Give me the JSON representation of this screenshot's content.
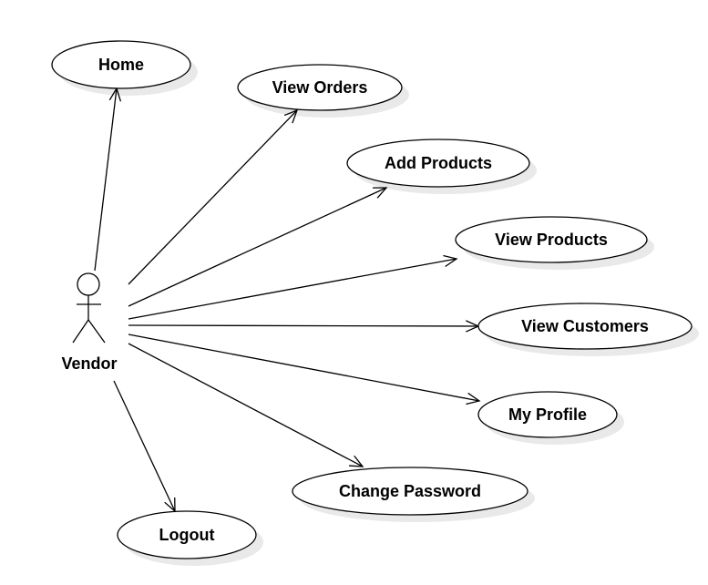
{
  "actor": {
    "name": "Vendor"
  },
  "use_cases": [
    {
      "id": "home",
      "label": "Home"
    },
    {
      "id": "view-orders",
      "label": "View Orders"
    },
    {
      "id": "add-products",
      "label": "Add Products"
    },
    {
      "id": "view-products",
      "label": "View Products"
    },
    {
      "id": "view-customers",
      "label": "View Customers"
    },
    {
      "id": "my-profile",
      "label": "My Profile"
    },
    {
      "id": "change-password",
      "label": "Change Password"
    },
    {
      "id": "logout",
      "label": "Logout"
    }
  ],
  "associations": [
    {
      "from": "Vendor",
      "to": "home"
    },
    {
      "from": "Vendor",
      "to": "view-orders"
    },
    {
      "from": "Vendor",
      "to": "add-products"
    },
    {
      "from": "Vendor",
      "to": "view-products"
    },
    {
      "from": "Vendor",
      "to": "view-customers"
    },
    {
      "from": "Vendor",
      "to": "my-profile"
    },
    {
      "from": "Vendor",
      "to": "change-password"
    },
    {
      "from": "Vendor",
      "to": "logout"
    }
  ],
  "colors": {
    "stroke": "#000000",
    "fill": "#ffffff",
    "shadow": "#e9e9e9"
  }
}
